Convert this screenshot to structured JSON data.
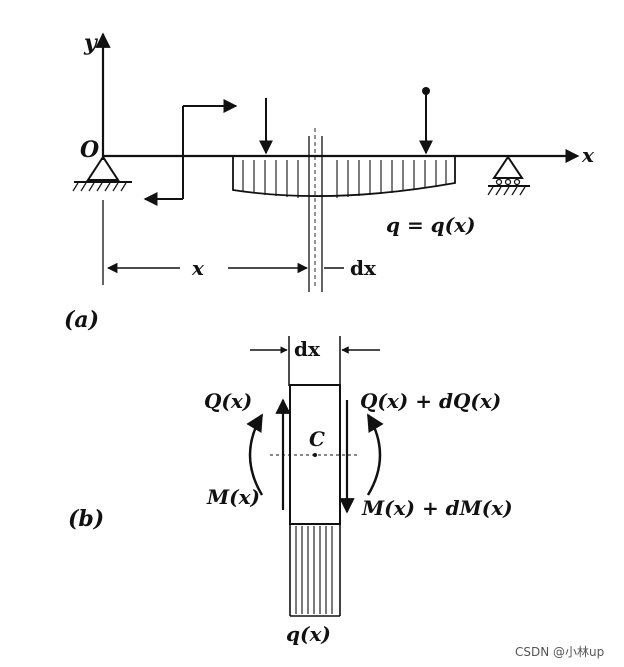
{
  "figure_a": {
    "panel_label": "(a)",
    "y_axis_label": "y",
    "origin_label": "O",
    "x_axis_label": "x",
    "load_label": "q = q(x)",
    "dim_x_label": "x",
    "dim_dx_label": "dx"
  },
  "figure_b": {
    "panel_label": "(b)",
    "dx_label": "dx",
    "shear_left": "Q(x)",
    "shear_right": "Q(x) + dQ(x)",
    "center_label": "C",
    "moment_left": "M(x)",
    "moment_right": "M(x) + dM(x)",
    "load_label": "q(x)"
  },
  "watermark": "CSDN @小林up"
}
